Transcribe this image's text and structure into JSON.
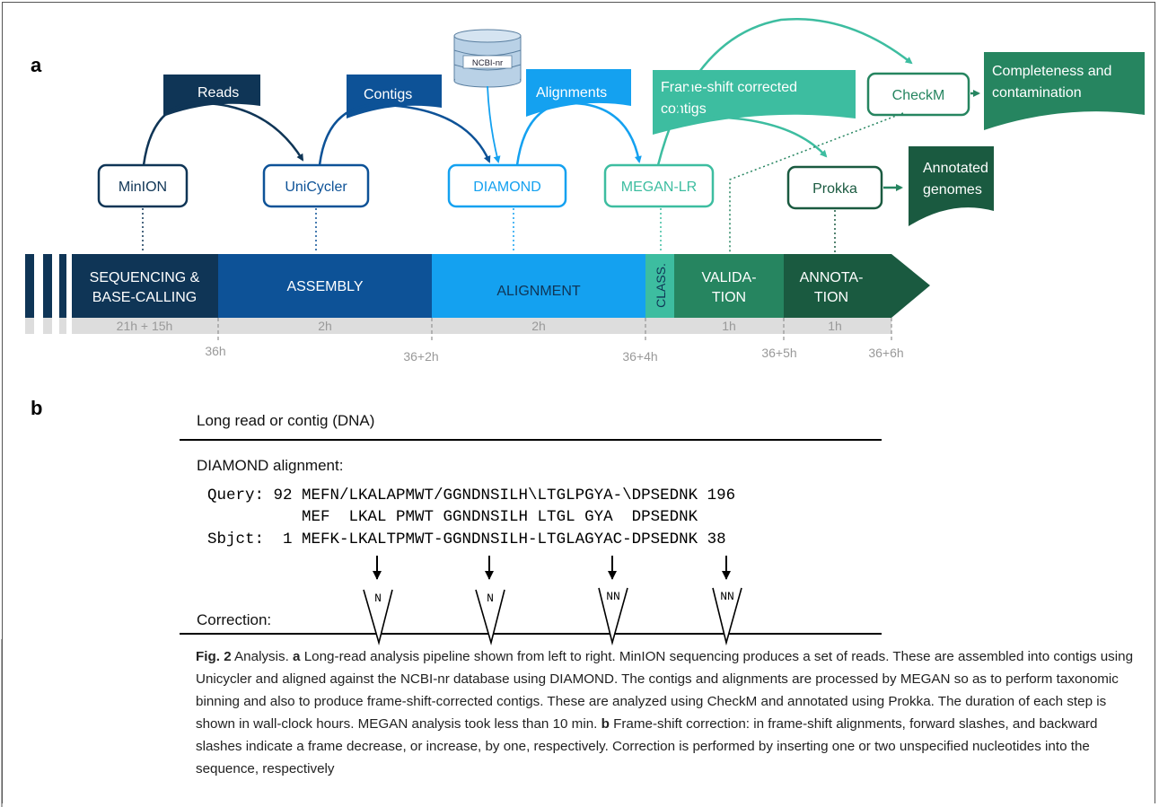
{
  "panel_a": {
    "label": "a",
    "tools": {
      "minion": "MinION",
      "unicycler": "UniCycler",
      "diamond": "DIAMOND",
      "megan": "MEGAN-LR",
      "checkm": "CheckM",
      "prokka": "Prokka"
    },
    "documents": {
      "reads": "Reads",
      "contigs": "Contigs",
      "alignments": "Alignments",
      "frameshift_line1": "Frame-shift corrected",
      "frameshift_line2": "contigs",
      "completeness_line1": "Completeness and",
      "completeness_line2": "contamination",
      "annotated_line1": "Annotated",
      "annotated_line2": "genomes"
    },
    "database": "NCBI-nr",
    "stages": {
      "sequencing_line1": "SEQUENCING &",
      "sequencing_line2": "BASE-CALLING",
      "assembly": "ASSEMBLY",
      "alignment": "ALIGNMENT",
      "class": "CLASS.",
      "validation_line1": "VALIDA-",
      "validation_line2": "TION",
      "annotation_line1": "ANNOTA-",
      "annotation_line2": "TION"
    },
    "durations": {
      "sequencing": "21h + 15h",
      "assembly": "2h",
      "alignment": "2h",
      "validation": "1h",
      "annotation": "1h"
    },
    "timeline": {
      "t1": "36h",
      "t2": "36+2h",
      "t3": "36+4h",
      "t4": "36+5h",
      "t5": "36+6h"
    },
    "colors": {
      "navy": "#0f3556",
      "blue": "#0d5297",
      "light_blue": "#14a1f0",
      "teal": "#3dbda0",
      "green": "#268560",
      "dark_green": "#1a5a40"
    }
  },
  "panel_b": {
    "label": "b",
    "heading": "Long read or contig (DNA)",
    "alignment_title": "DIAMOND alignment:",
    "query_line": "Query: 92 MEFN/LKALAPMWT/GGNDNSILH\\LTGLPGYA-\\DPSEDNK 196",
    "match_line": "          MEF  LKAL PMWT GGNDNSILH LTGL GYA  DPSEDNK",
    "sbjct_line": "Sbjct:  1 MEFK-LKALTPMWT-GGNDNSILH-LTGLAGYAC-DPSEDNK 38",
    "correction_label": "Correction:",
    "insertions": [
      "N",
      "N",
      "NN",
      "NN"
    ]
  },
  "caption": {
    "fig_label": "Fig. 2",
    "fig_title": " Analysis. ",
    "a_label": "a",
    "a_text": " Long-read analysis pipeline shown from left to right. MinION sequencing produces a set of reads. These are assembled into contigs using Unicycler and aligned against the NCBI-nr database using DIAMOND. The contigs and alignments are processed by MEGAN so as to perform taxonomic binning and also to produce frame-shift-corrected contigs. These are analyzed using CheckM and annotated using Prokka. The duration of each step is shown in wall-clock hours. MEGAN analysis took less than 10 min. ",
    "b_label": "b",
    "b_text": " Frame-shift correction: in frame-shift alignments, forward slashes, and backward slashes indicate a frame decrease, or increase, by one, respectively. Correction is performed by inserting one or two unspecified nucleotides into the sequence, respectively"
  }
}
